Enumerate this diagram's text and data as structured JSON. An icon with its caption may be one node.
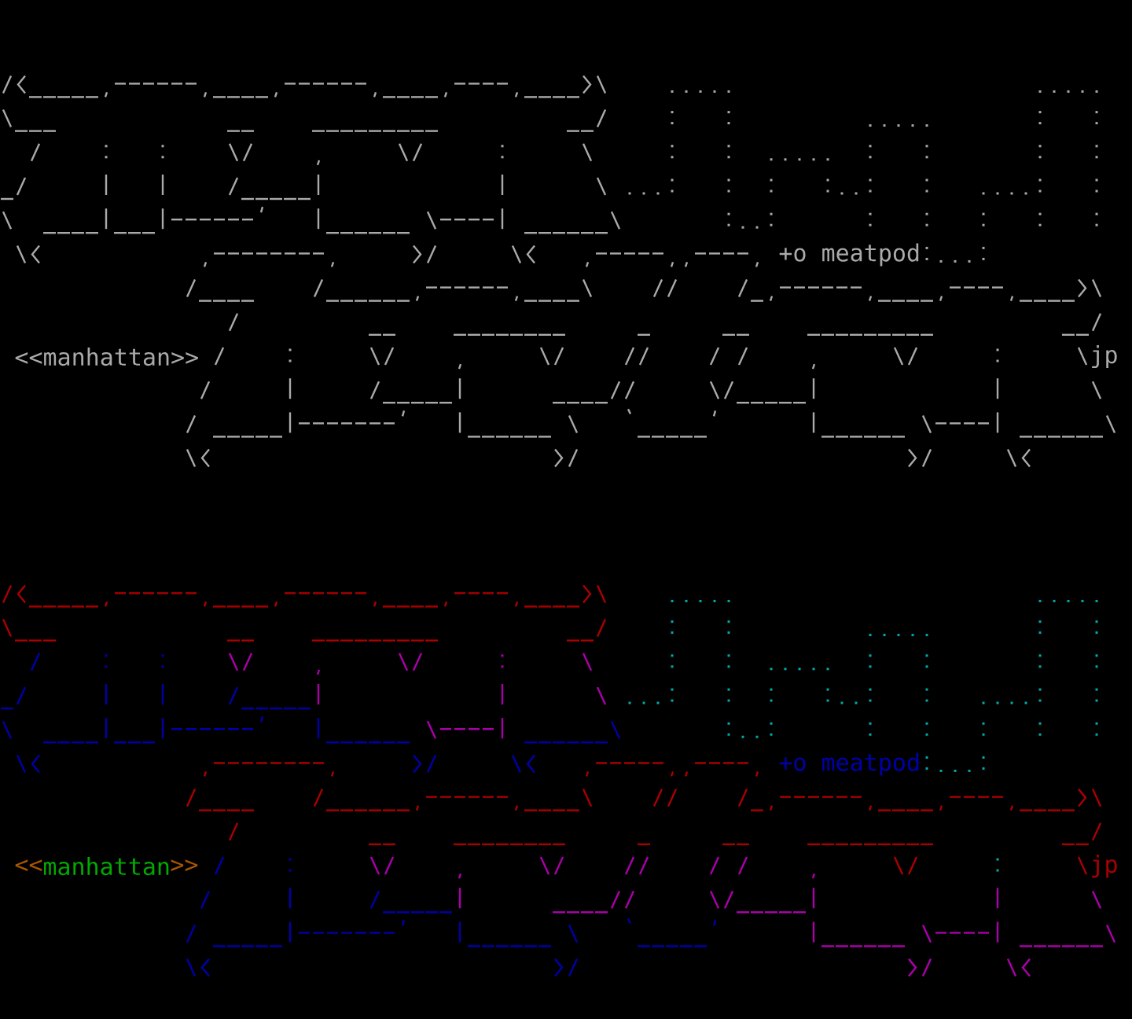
{
  "diagram": {
    "labels": [
      "+o meatpod",
      "<<manhattan>>",
      "jp",
      "+o meatpod",
      "<<",
      "manhattan",
      ">>",
      "jp"
    ]
  }
}
